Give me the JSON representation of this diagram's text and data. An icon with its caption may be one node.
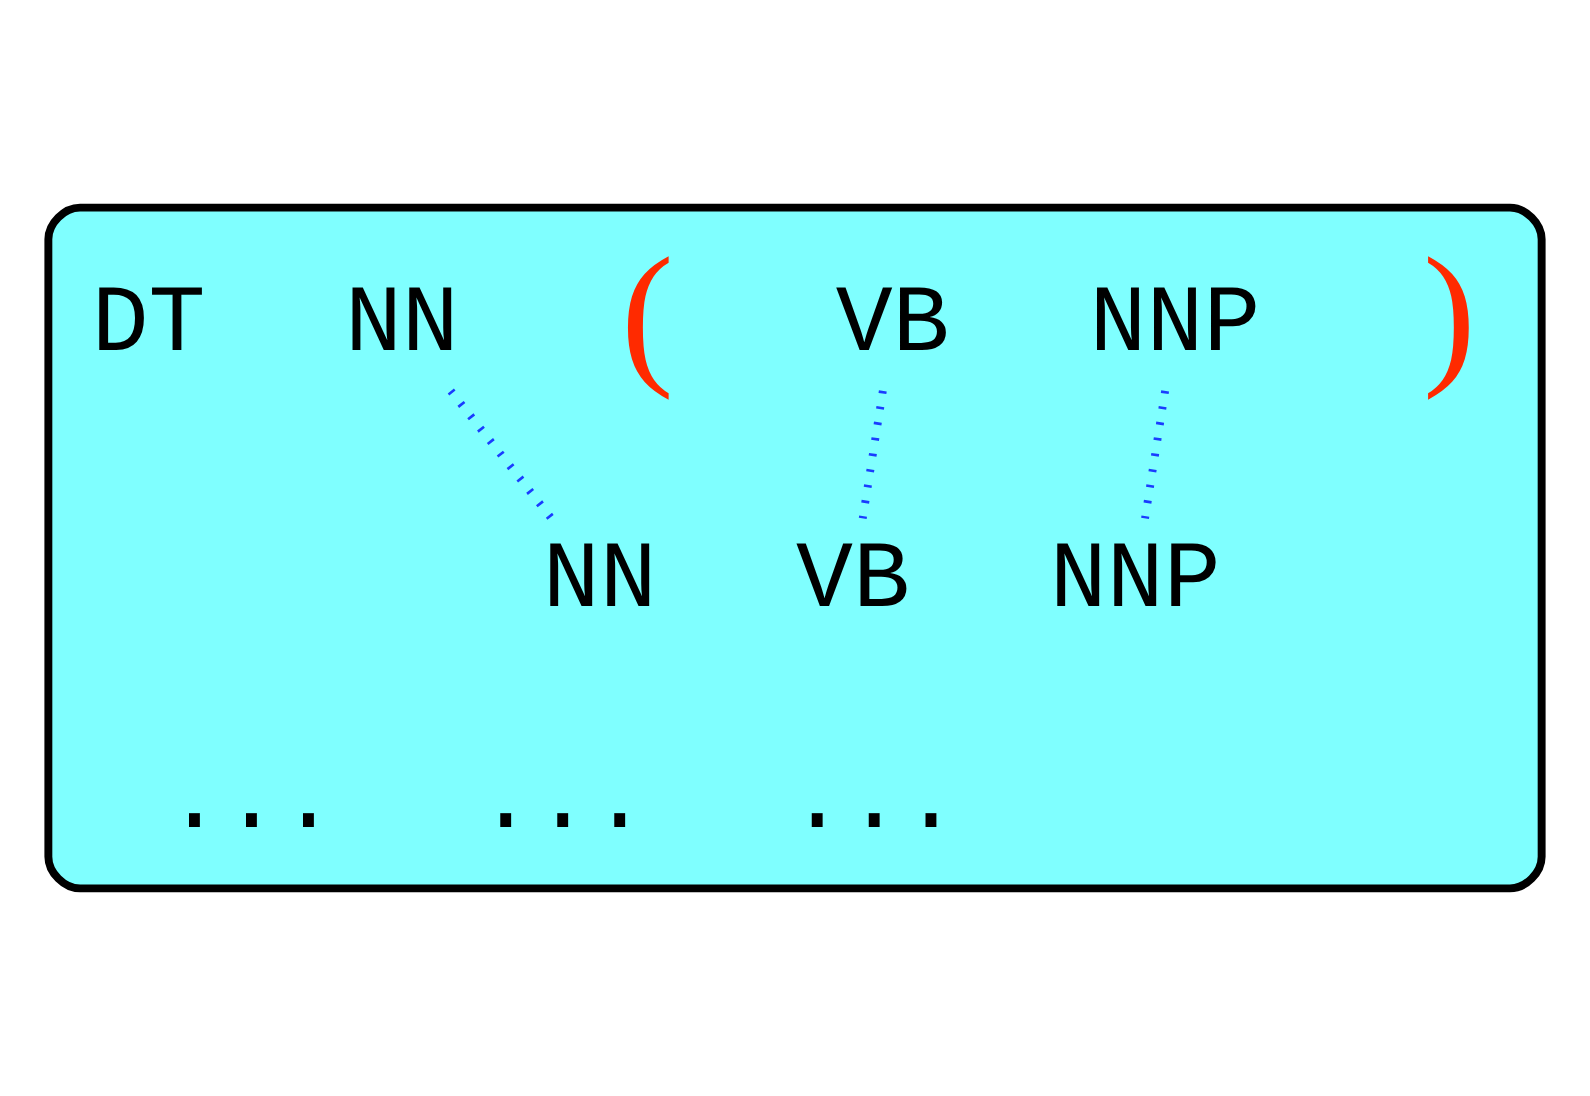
{
  "diagram": {
    "nodes": [
      {
        "text": [],
        "shape": "box"
      },
      {
        "text": [
          "NN"
        ],
        "in": 0
      },
      {
        "text": [
          "VB"
        ],
        "in": 0
      },
      {
        "text": [
          "NNP"
        ],
        "in": 0
      },
      {
        "text": [
          "NN"
        ],
        "in": 0
      },
      {
        "text": [
          "NNP"
        ],
        "in": 0
      },
      {
        "text": [
          "VB"
        ],
        "in": 0
      }
    ],
    "edges": [
      {
        "from": 1,
        "to": 4,
        "arrow": "none",
        "style": "dashed"
      },
      {
        "from": 2,
        "to": 6,
        "arrow": "none",
        "style": "dashed"
      },
      {
        "from": 3,
        "to": 5,
        "arrow": "none",
        "style": "dashed"
      }
    ],
    "labels": [
      "DT",
      "(",
      ")",
      "...",
      "...",
      "..."
    ]
  }
}
